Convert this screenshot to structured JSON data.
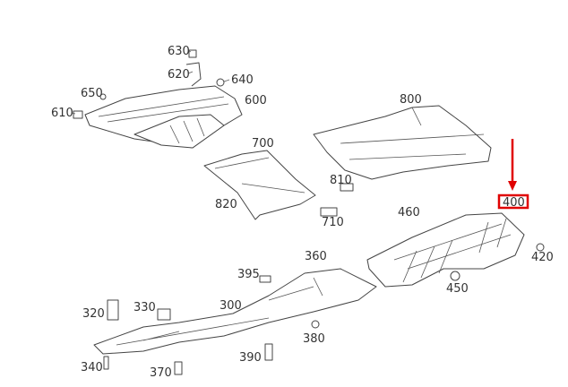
{
  "labels": {
    "p630": "630",
    "p620": "620",
    "p640": "640",
    "p650": "650",
    "p600": "600",
    "p610": "610",
    "p800": "800",
    "p700": "700",
    "p810": "810",
    "p820": "820",
    "p710": "710",
    "p460": "460",
    "p400": "400",
    "p420": "420",
    "p450": "450",
    "p360": "360",
    "p395": "395",
    "p300": "300",
    "p330": "330",
    "p320": "320",
    "p380": "380",
    "p390": "390",
    "p340": "340",
    "p370": "370"
  },
  "highlight": {
    "part": "400",
    "color": "#e00000"
  }
}
